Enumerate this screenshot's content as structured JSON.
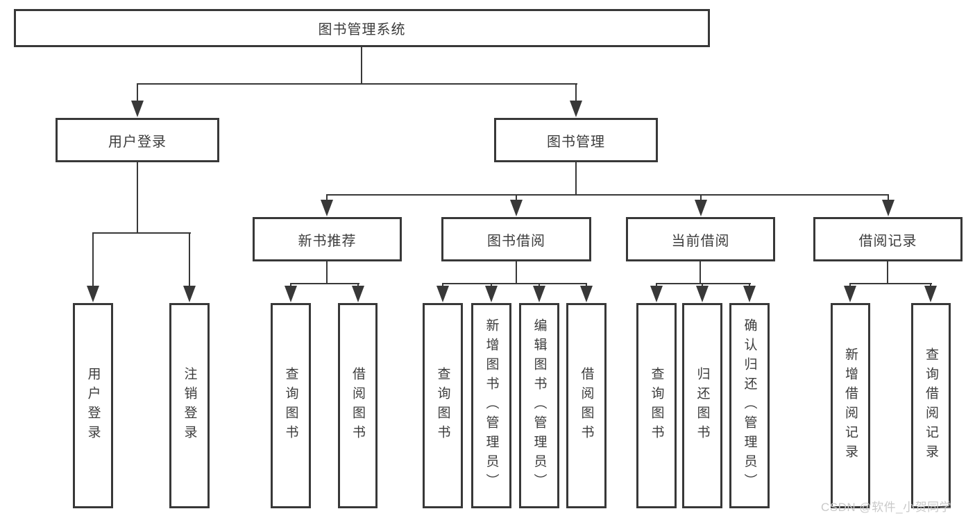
{
  "diagram": {
    "root": {
      "label": "图书管理系统"
    },
    "level2": {
      "user_login": {
        "label": "用户登录"
      },
      "book_mgmt": {
        "label": "图书管理"
      }
    },
    "level3": {
      "new_book_rec": {
        "label": "新书推荐"
      },
      "book_borrow": {
        "label": "图书借阅"
      },
      "current_borrow": {
        "label": "当前借阅"
      },
      "borrow_record": {
        "label": "借阅记录"
      }
    },
    "leaves": {
      "login_user_login": {
        "label": "用户登录"
      },
      "login_logout": {
        "label": "注销登录"
      },
      "rec_query_book": {
        "label": "查询图书"
      },
      "rec_borrow_book": {
        "label": "借阅图书"
      },
      "bor_query_book": {
        "label": "查询图书"
      },
      "bor_add_book": {
        "label": "新增图书（管理员）"
      },
      "bor_edit_book": {
        "label": "编辑图书（管理员）"
      },
      "bor_borrow_book": {
        "label": "借阅图书"
      },
      "cur_query_book": {
        "label": "查询图书"
      },
      "cur_return_book": {
        "label": "归还图书"
      },
      "cur_confirm_return": {
        "label": "确认归还（管理员）"
      },
      "rcd_add_record": {
        "label": "新增借阅记录"
      },
      "rcd_query_record": {
        "label": "查询借阅记录"
      }
    },
    "colors": {
      "line": "#383838",
      "text": "#3c3c3c",
      "box_bg": "#ffffff"
    }
  },
  "watermark": {
    "text": "CSDN @软件_小贺同学",
    "color": "#c9c9c9"
  }
}
